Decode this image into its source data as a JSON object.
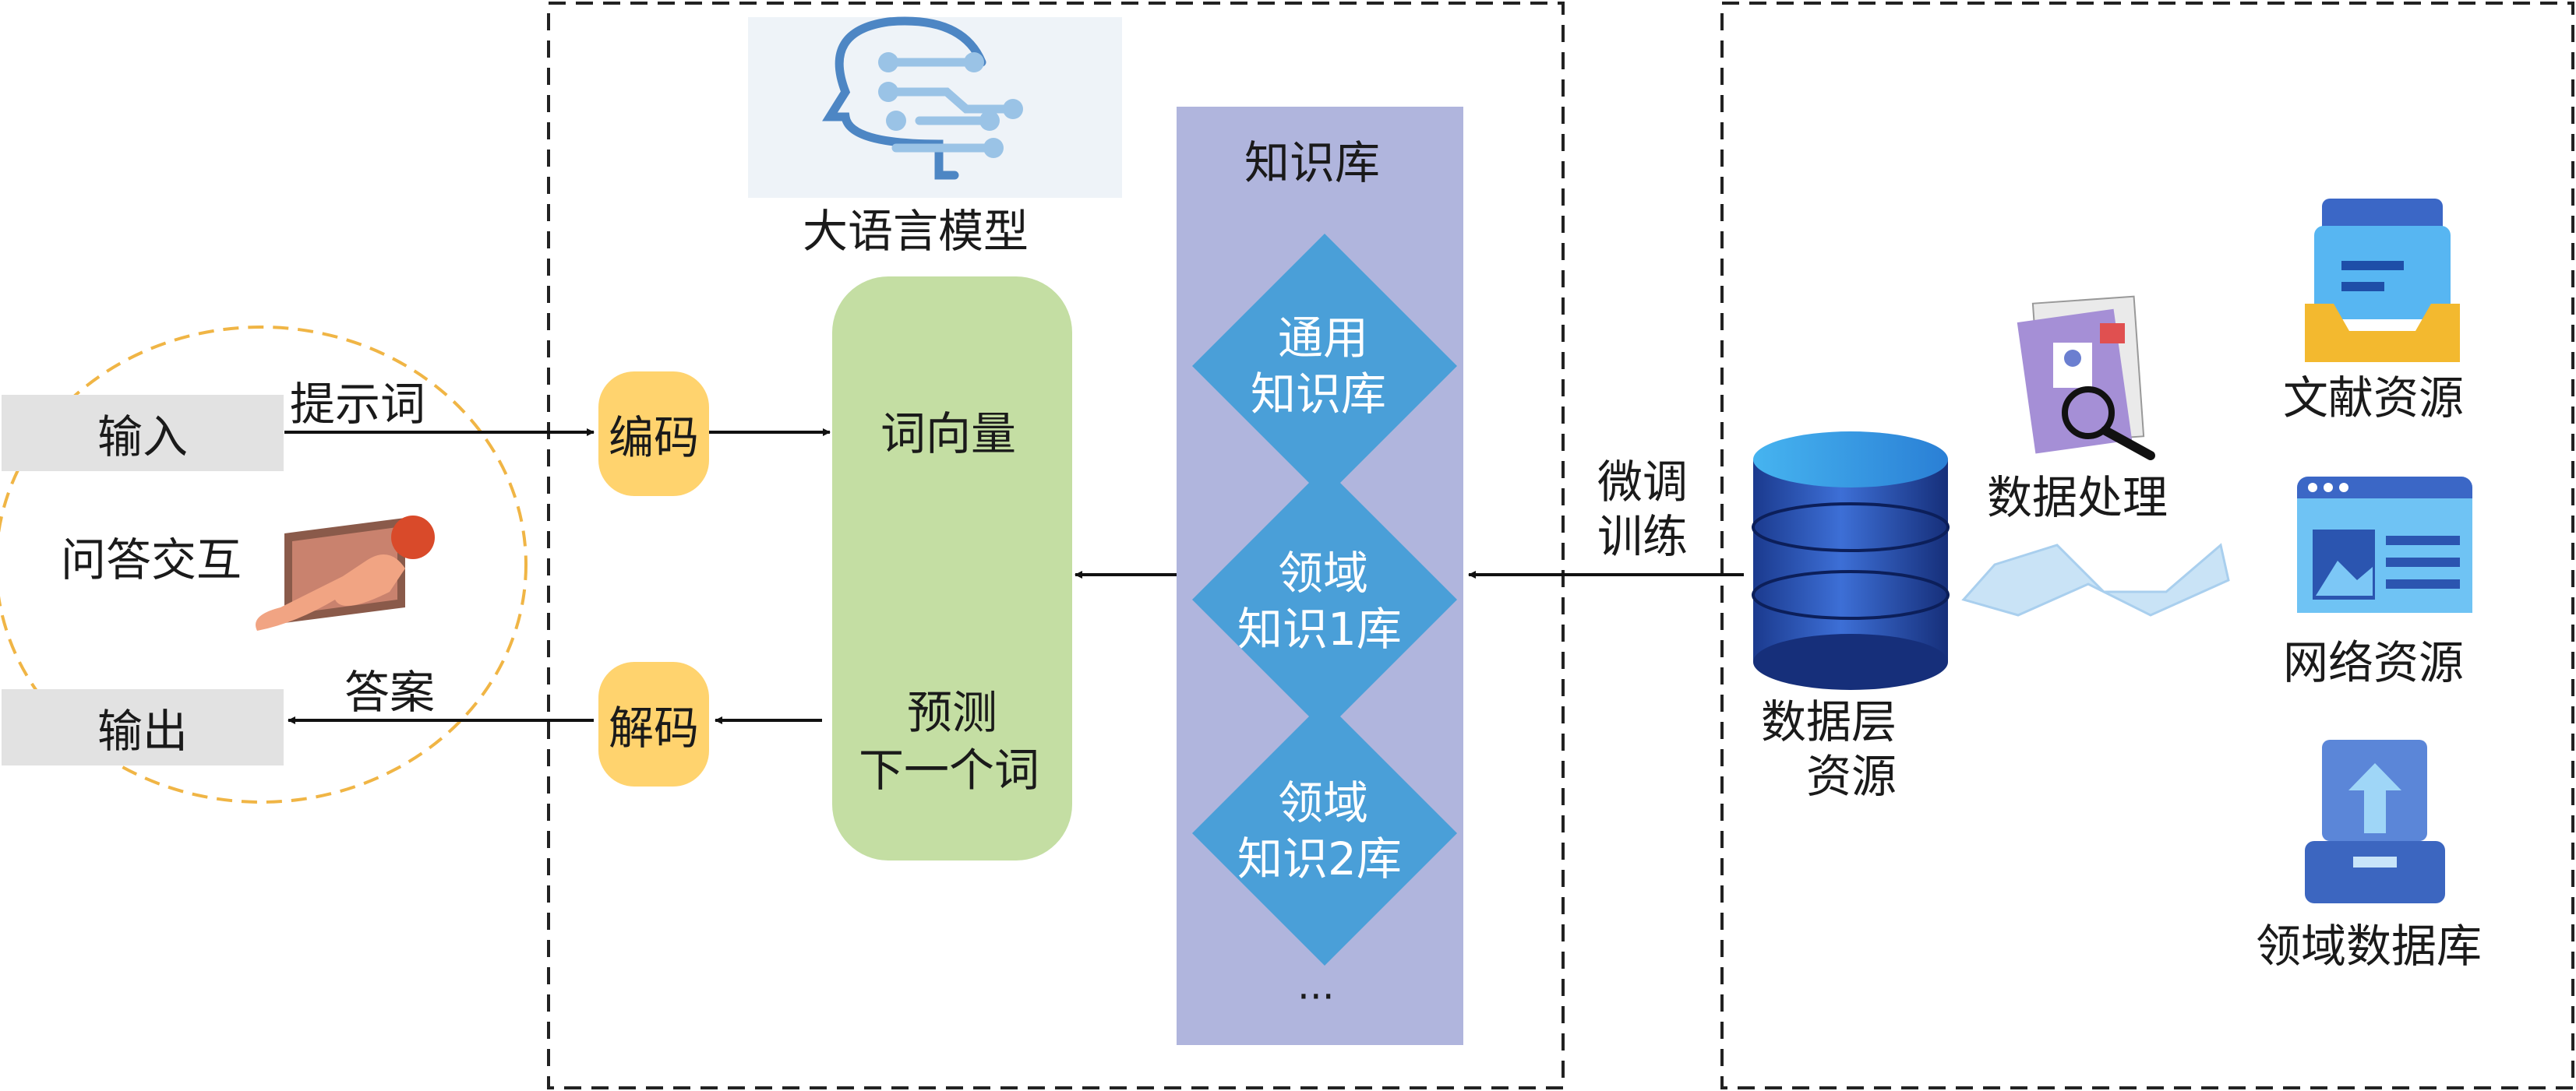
{
  "left": {
    "input_label": "输入",
    "prompt_label": "提示词",
    "qa_label": "问答交互",
    "answer_label": "答案",
    "output_label": "输出"
  },
  "model": {
    "title": "大语言模型",
    "encode": "编码",
    "decode": "解码",
    "word_vector": "词向量",
    "predict_line1": "预测",
    "predict_line2": "下一个词"
  },
  "kb": {
    "title": "知识库",
    "general_line1": "通用",
    "general_line2": "知识库",
    "domain1_line1": "领域",
    "domain1_line2": "知识1库",
    "domain2_line1": "领域",
    "domain2_line2": "知识2库",
    "ellipsis": "···"
  },
  "right": {
    "finetune_line1": "微调",
    "finetune_line2": "训练",
    "data_processing": "数据处理",
    "data_layer_line1": "数据层",
    "data_layer_line2": "资源",
    "literature": "文献资源",
    "network": "网络资源",
    "domain_db": "领域数据库"
  },
  "colors": {
    "accent_blue": "#4a9fd8",
    "pill_yellow": "#ffd36e",
    "panel_green": "#c4dea3",
    "kb_purple": "#b0b5dd",
    "circle_orange": "#f0b545"
  },
  "icons": [
    "brain-circuit-icon",
    "touch-screen-icon",
    "document-search-icon",
    "database-cylinder-icon",
    "file-tray-icon",
    "web-page-icon",
    "upload-box-icon"
  ]
}
